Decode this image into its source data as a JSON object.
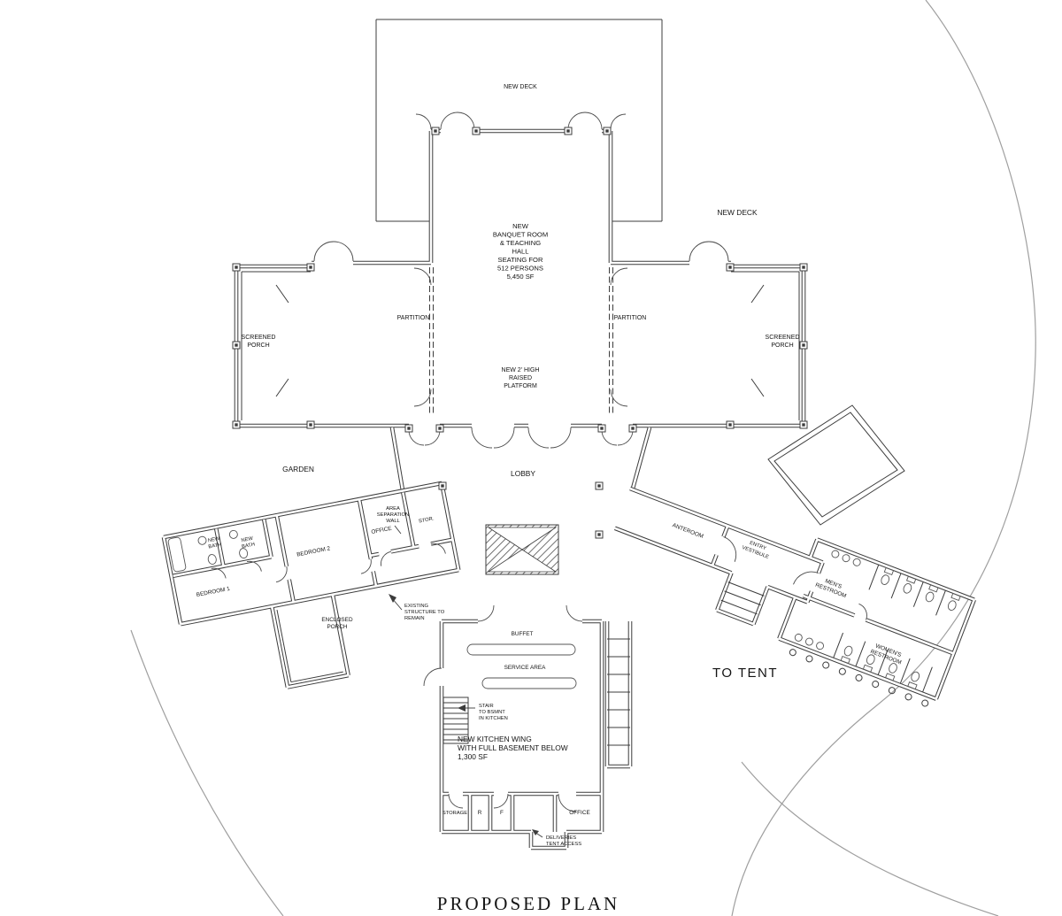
{
  "title": {
    "text": "PROPOSED PLAN"
  },
  "colors": {
    "line": "#3c3c3c",
    "site_line": "#9f9f9f",
    "background": "#ffffff"
  },
  "labels": {
    "deck_top": "NEW DECK",
    "deck_right": "NEW DECK",
    "banquet": [
      "NEW",
      "BANQUET ROOM",
      "& TEACHING",
      "HALL",
      "SEATING FOR",
      "512 PERSONS",
      "5,450 SF"
    ],
    "partition_left": "PARTITION",
    "partition_right": "PARTITION",
    "porch_left": [
      "SCREENED",
      "PORCH"
    ],
    "porch_right": [
      "SCREENED",
      "PORCH"
    ],
    "platform": [
      "NEW 2' HIGH",
      "RAISED",
      "PLATFORM"
    ],
    "garden": "GARDEN",
    "lobby": "LOBBY",
    "area_separation_wall": [
      "AREA",
      "SEPARATION",
      "WALL"
    ],
    "stor": "STOR.",
    "office_wing": "OFFICE",
    "bath_1": [
      "NEW",
      "BATH"
    ],
    "bath_2": [
      "NEW",
      "BATH"
    ],
    "bedroom_2": "BEDROOM 2",
    "bedroom_1": "BEDROOM 1",
    "enclosed_porch": [
      "ENCLOSED",
      "PORCH"
    ],
    "existing_structure": [
      "EXISTING",
      "STRUCTURE TO",
      "REMAIN"
    ],
    "anteroom": "ANTEROOM",
    "entry_vestibule": [
      "ENTRY",
      "VESTIBULE"
    ],
    "mens_restroom": [
      "MEN'S",
      "RESTROOM"
    ],
    "womens_restroom": [
      "WOMEN'S",
      "RESTROOM"
    ],
    "to_tent": "TO TENT",
    "buffet": "BUFFET",
    "service_area": "SERVICE AREA",
    "stair": [
      "STAIR",
      "TO BSMNT",
      "IN KITCHEN"
    ],
    "kitchen_wing": [
      "NEW KITCHEN WING",
      "WITH FULL BASEMENT BELOW",
      "1,300 SF"
    ],
    "storage": "STORAGE",
    "fridge": "R",
    "freezer": "F",
    "office_kitchen": "OFFICE",
    "deliveries": [
      "DELIVERIES",
      "TENT ACCESS"
    ]
  }
}
